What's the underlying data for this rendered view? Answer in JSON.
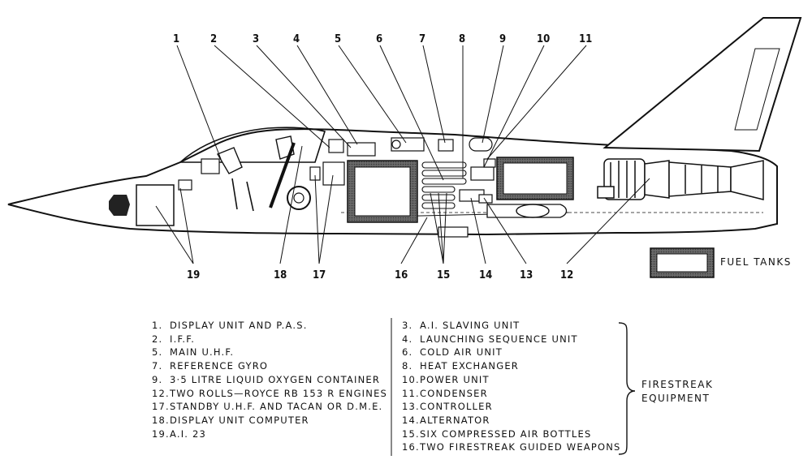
{
  "callouts": [
    "1",
    "2",
    "3",
    "4",
    "5",
    "6",
    "7",
    "8",
    "9",
    "10",
    "11",
    "19",
    "18",
    "17",
    "16",
    "15",
    "14",
    "13",
    "12"
  ],
  "fuel_legend": {
    "label": "FUEL TANKS"
  },
  "left_list": [
    {
      "n": "1.",
      "text": "DISPLAY UNIT AND P.A.S."
    },
    {
      "n": "2.",
      "text": "I.F.F."
    },
    {
      "n": "5.",
      "text": "MAIN U.H.F."
    },
    {
      "n": "7.",
      "text": "REFERENCE GYRO"
    },
    {
      "n": "9.",
      "text": "3·5 LITRE LIQUID OXYGEN CONTAINER"
    },
    {
      "n": "12.",
      "text": "TWO ROLLS—ROYCE RB 153 R ENGINES"
    },
    {
      "n": "17.",
      "text": "STANDBY U.H.F. AND TACAN OR D.M.E."
    },
    {
      "n": "18.",
      "text": "DISPLAY UNIT COMPUTER"
    },
    {
      "n": "19.",
      "text": "A.I. 23"
    }
  ],
  "right_list": [
    {
      "n": "3.",
      "text": "A.I. SLAVING UNIT"
    },
    {
      "n": "4.",
      "text": "LAUNCHING SEQUENCE UNIT"
    },
    {
      "n": "6.",
      "text": "COLD AIR UNIT"
    },
    {
      "n": "8.",
      "text": "HEAT EXCHANGER"
    },
    {
      "n": "10.",
      "text": "POWER UNIT"
    },
    {
      "n": "11.",
      "text": "CONDENSER"
    },
    {
      "n": "13.",
      "text": "CONTROLLER"
    },
    {
      "n": "14.",
      "text": "ALTERNATOR"
    },
    {
      "n": "15.",
      "text": "SIX COMPRESSED AIR BOTTLES"
    },
    {
      "n": "16.",
      "text": "TWO FIRESTREAK GUIDED WEAPONS"
    }
  ],
  "group_label": {
    "line1": "FIRESTREAK",
    "line2": "EQUIPMENT"
  }
}
